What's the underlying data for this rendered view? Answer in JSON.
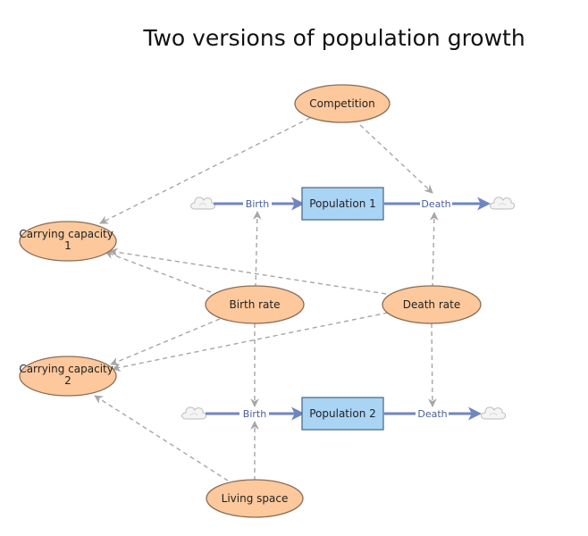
{
  "title": "Two versions of population growth",
  "colors": {
    "variable_fill": "#fcc89c",
    "variable_stroke": "#8a6d55",
    "stock_fill": "#a9d4f4",
    "stock_stroke": "#4d6f8e",
    "flow": "#6f86c0",
    "link": "#a6a6a6"
  },
  "nodes": {
    "competition": "Competition",
    "carrying_capacity_1": [
      "Carrying capacity",
      "1"
    ],
    "carrying_capacity_2": [
      "Carrying capacity",
      "2"
    ],
    "birth_rate": "Birth rate",
    "death_rate": "Death rate",
    "living_space": "Living space",
    "population_1": "Population 1",
    "population_2": "Population 2"
  },
  "flows": {
    "birth_1": "Birth",
    "death_1": "Death",
    "birth_2": "Birth",
    "death_2": "Death"
  },
  "icons": {
    "source_sink": "cloud-icon"
  }
}
